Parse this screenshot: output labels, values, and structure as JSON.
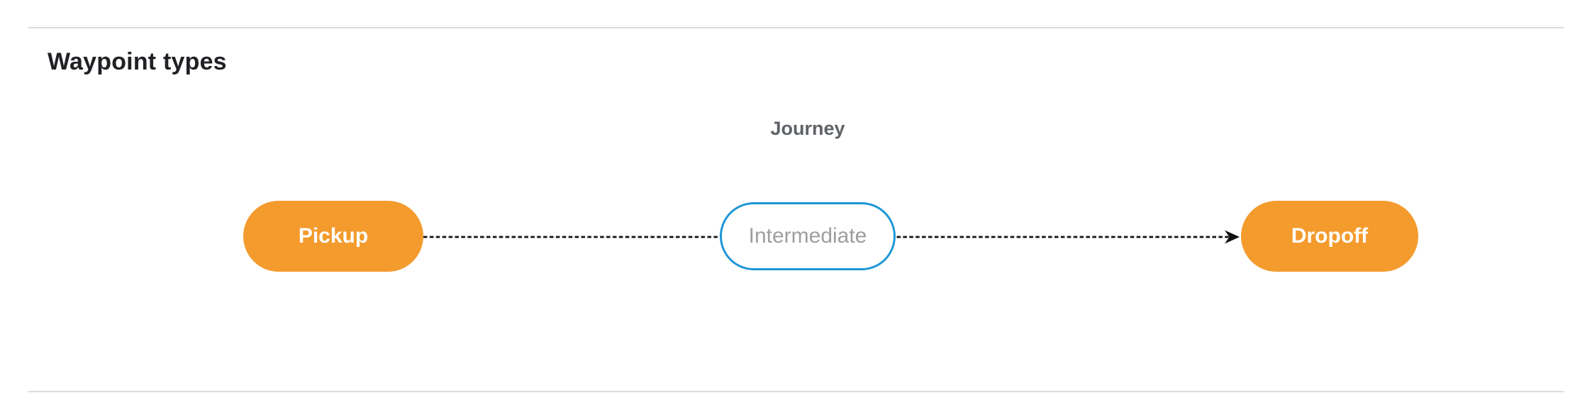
{
  "header": {
    "title": "Waypoint types"
  },
  "diagram": {
    "journey_label": "Journey",
    "nodes": [
      {
        "id": "pickup",
        "label": "Pickup",
        "type": "terminal"
      },
      {
        "id": "intermediate",
        "label": "Intermediate",
        "type": "intermediate"
      },
      {
        "id": "dropoff",
        "label": "Dropoff",
        "type": "terminal"
      }
    ],
    "edges": [
      {
        "from": "pickup",
        "to": "intermediate",
        "style": "dashed",
        "arrowhead": false
      },
      {
        "from": "intermediate",
        "to": "dropoff",
        "style": "dashed",
        "arrowhead": true
      }
    ],
    "colors": {
      "terminal_fill": "#f49b2e",
      "terminal_text": "#ffffff",
      "intermediate_border": "#1e96d6",
      "intermediate_text": "#9e9e9e",
      "edge": "#111111",
      "journey_label": "#5f6368",
      "title": "#202124",
      "divider": "#dadce0"
    }
  }
}
